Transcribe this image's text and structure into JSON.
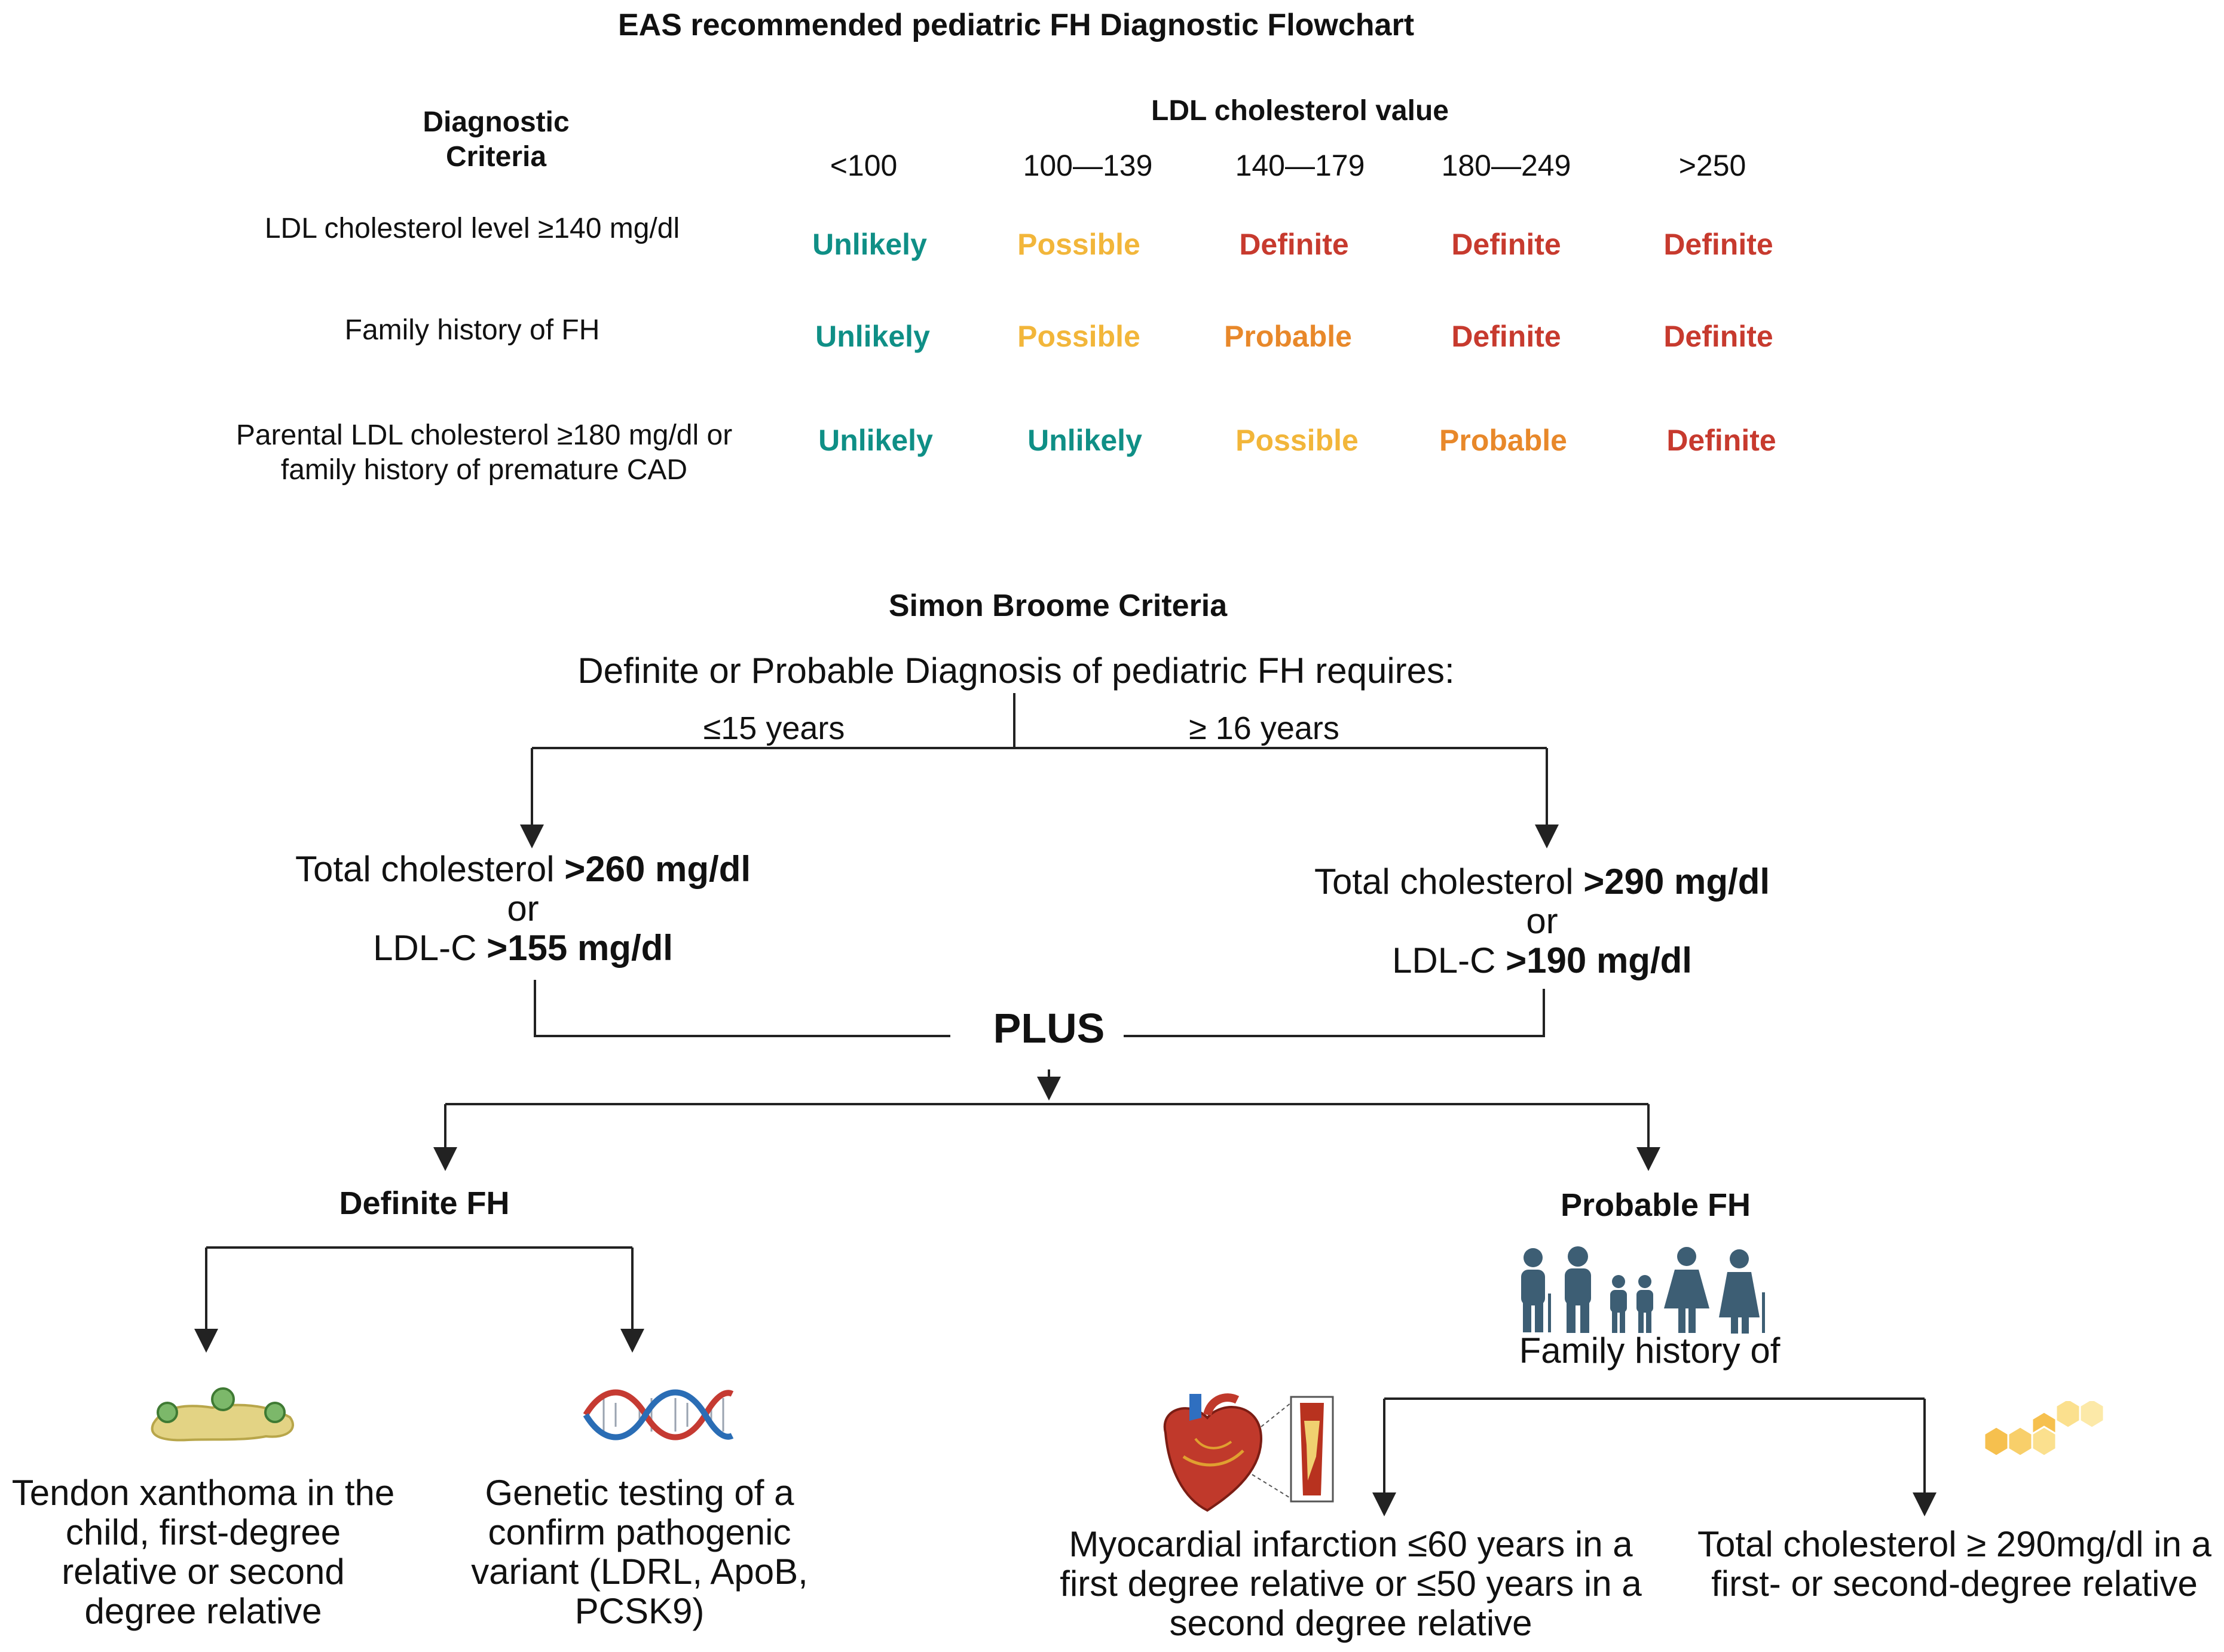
{
  "eas": {
    "title": "EAS recommended pediatric FH Diagnostic Flowchart",
    "criteria_header": "Diagnostic Criteria",
    "ldl_header": "LDL cholesterol value",
    "columns": [
      "<100",
      "100—139",
      "140—179",
      "180—249",
      ">250"
    ],
    "rows": [
      {
        "label": "LDL cholesterol level ≥140 mg/dl",
        "cells": [
          "Unlikely",
          "Possible",
          "Definite",
          "Definite",
          "Definite"
        ],
        "classes": [
          "unlikely",
          "possible",
          "definite",
          "definite",
          "definite"
        ]
      },
      {
        "label": "Family history of FH",
        "cells": [
          "Unlikely",
          "Possible",
          "Probable",
          "Definite",
          "Definite"
        ],
        "classes": [
          "unlikely",
          "possible",
          "probable",
          "definite",
          "definite"
        ]
      },
      {
        "label": "Parental LDL cholesterol ≥180 mg/dl or family history of premature CAD",
        "cells": [
          "Unlikely",
          "Unlikely",
          "Possible",
          "Probable",
          "Definite"
        ],
        "classes": [
          "unlikely",
          "unlikely",
          "possible",
          "probable",
          "definite"
        ]
      }
    ],
    "colors": {
      "unlikely": "#0f8f86",
      "possible": "#f2b63a",
      "probable": "#e8882a",
      "definite": "#c73a2e"
    }
  },
  "simon": {
    "title": "Simon Broome Criteria",
    "requirement": "Definite or Probable Diagnosis of pediatric FH requires:",
    "age_left": "≤15 years",
    "age_right": "≥ 16 years",
    "left": {
      "tc_prefix": "Total cholesterol ",
      "tc_value": ">260 mg/dl",
      "or": "or",
      "ldl_prefix": "LDL-C ",
      "ldl_value": ">155 mg/dl"
    },
    "right": {
      "tc_prefix": "Total cholesterol ",
      "tc_value": ">290 mg/dl",
      "or": "or",
      "ldl_prefix": "LDL-C ",
      "ldl_value": ">190 mg/dl"
    },
    "plus": "PLUS",
    "definite": {
      "title": "Definite FH",
      "xanthoma": "Tendon xanthoma in the child, first-degree relative or second degree relative",
      "genetic": "Genetic testing of a confirm pathogenic variant (LDRL, ApoB, PCSK9)"
    },
    "probable": {
      "title": "Probable FH",
      "family_history": "Family history of",
      "mi": "Myocardial infarction ≤60 years in a first degree relative or ≤50 years in a second degree relative",
      "tc": "Total cholesterol  ≥ 290mg/dl in a first- or second-degree relative"
    }
  }
}
